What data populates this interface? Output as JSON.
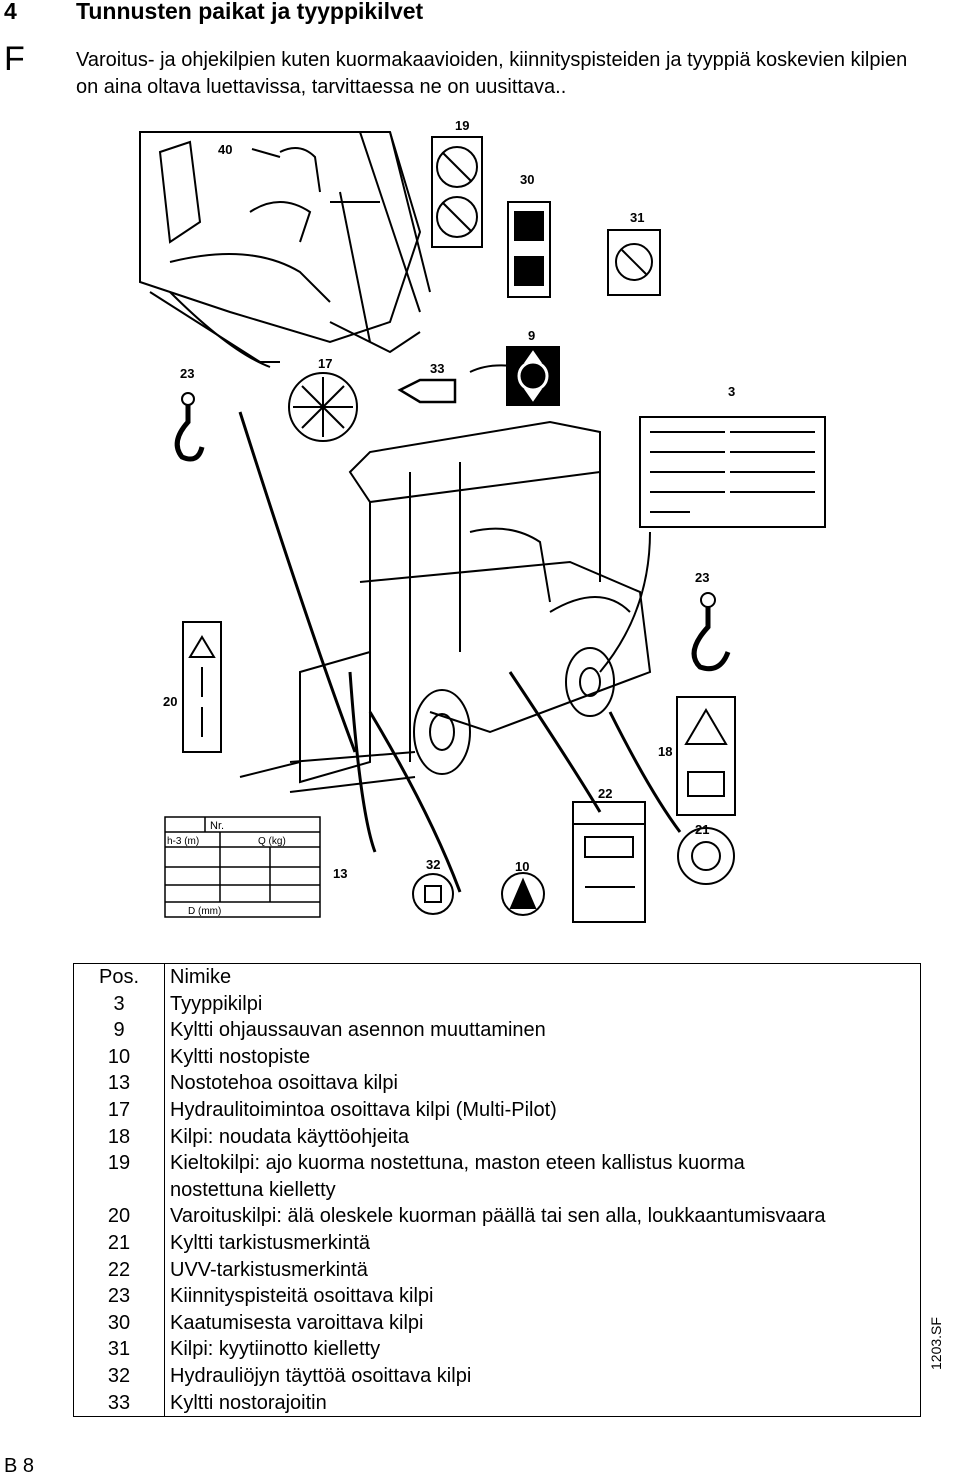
{
  "section": {
    "number": "4",
    "title": "Tunnusten paikat ja tyyppikilvet",
    "language_marker": "F"
  },
  "intro": "Varoitus- ja ohjekilpien kuten kuormakaavioiden, kiinnityspisteiden ja tyyppiä koskevien kilpien on aina oltava luettavissa, tarvittaessa ne on uusittava..",
  "figure": {
    "labels": [
      "40",
      "19",
      "30",
      "31",
      "9",
      "17",
      "33",
      "23",
      "3",
      "23",
      "20",
      "18",
      "22",
      "21",
      "13",
      "32",
      "10"
    ],
    "plate13": {
      "nr": "Nr.",
      "h3": "h-3 (m)",
      "q": "Q (kg)",
      "d": "D (mm)"
    }
  },
  "table": {
    "headers": {
      "pos": "Pos.",
      "name": "Nimike"
    },
    "rows": [
      {
        "pos": "3",
        "name": "Tyyppikilpi"
      },
      {
        "pos": "9",
        "name": "Kyltti ohjaussauvan asennon muuttaminen"
      },
      {
        "pos": "10",
        "name": "Kyltti nostopiste"
      },
      {
        "pos": "13",
        "name": "Nostotehoa osoittava kilpi"
      },
      {
        "pos": "17",
        "name": "Hydraulitoimintoa osoittava kilpi (Multi-Pilot)"
      },
      {
        "pos": "18",
        "name": "Kilpi: noudata käyttöohjeita"
      },
      {
        "pos": "19",
        "name": "Kieltokilpi: ajo kuorma nostettuna, maston eteen kallistus kuorma"
      },
      {
        "pos": "",
        "name": "nostettuna kielletty"
      },
      {
        "pos": "20",
        "name": "Varoituskilpi: älä oleskele kuorman päällä tai sen alla, loukkaantumisvaara"
      },
      {
        "pos": "21",
        "name": "Kyltti tarkistusmerkintä"
      },
      {
        "pos": "22",
        "name": "UVV-tarkistusmerkintä"
      },
      {
        "pos": "23",
        "name": "Kiinnityspisteitä osoittava kilpi"
      },
      {
        "pos": "30",
        "name": "Kaatumisesta varoittava kilpi"
      },
      {
        "pos": "31",
        "name": "Kilpi: kyytiinotto kielletty"
      },
      {
        "pos": "32",
        "name": "Hydrauliöjyn täyttöä osoittava kilpi"
      },
      {
        "pos": "33",
        "name": "Kyltti nostorajoitin"
      }
    ]
  },
  "side_code": "1203.SF",
  "page_number": "B 8"
}
